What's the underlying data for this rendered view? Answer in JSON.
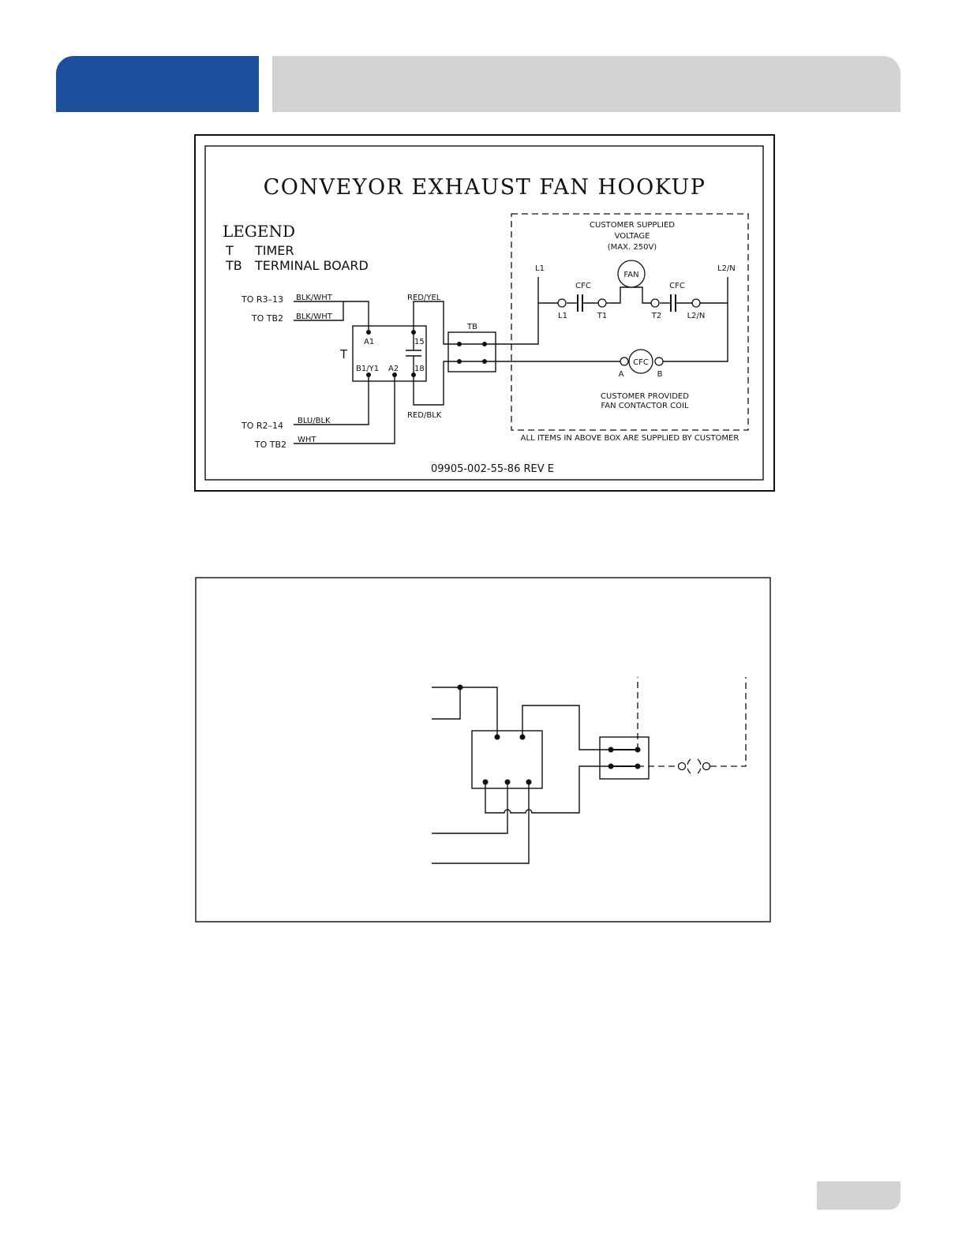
{
  "colors": {
    "header_blue": "#1c4f9c",
    "header_gray": "#d3d3d3"
  },
  "diagram": {
    "title": "CONVEYOR EXHAUST FAN HOOKUP",
    "legend": {
      "heading": "LEGEND",
      "items": [
        {
          "code": "T",
          "meaning": "TIMER"
        },
        {
          "code": "TB",
          "meaning": "TERMINAL BOARD"
        }
      ]
    },
    "wires": {
      "to_r3_13": "TO R3–13",
      "to_tb2_top": "TO TB2",
      "to_r2_14": "TO R2–14",
      "to_tb2_bottom": "TO TB2",
      "blk_wht_1": "BLK/WHT",
      "blk_wht_2": "BLK/WHT",
      "blu_blk": "BLU/BLK",
      "wht": "WHT",
      "red_yel": "RED/YEL",
      "red_blk": "RED/BLK"
    },
    "timer": {
      "label": "T",
      "a1": "A1",
      "b1y1": "B1/Y1",
      "a2": "A2",
      "c15": "15",
      "c18": "18"
    },
    "tb_label": "TB",
    "customer_box": {
      "header_line1": "CUSTOMER SUPPLIED",
      "header_line2": "VOLTAGE",
      "header_line3": "(MAX. 250V)",
      "l1": "L1",
      "l2n": "L2/N",
      "fan": "FAN",
      "cfc_left": "CFC",
      "cfc_right": "CFC",
      "term_l1": "L1",
      "term_t1": "T1",
      "term_t2": "T2",
      "term_l2n": "L2/N",
      "coil": "CFC",
      "coil_a": "A",
      "coil_b": "B",
      "provided_line1": "CUSTOMER PROVIDED",
      "provided_line2": "FAN CONTACTOR COIL",
      "footnote": "ALL ITEMS IN ABOVE BOX ARE SUPPLIED BY CUSTOMER"
    },
    "part_number": "09905-002-55-86 REV E"
  }
}
